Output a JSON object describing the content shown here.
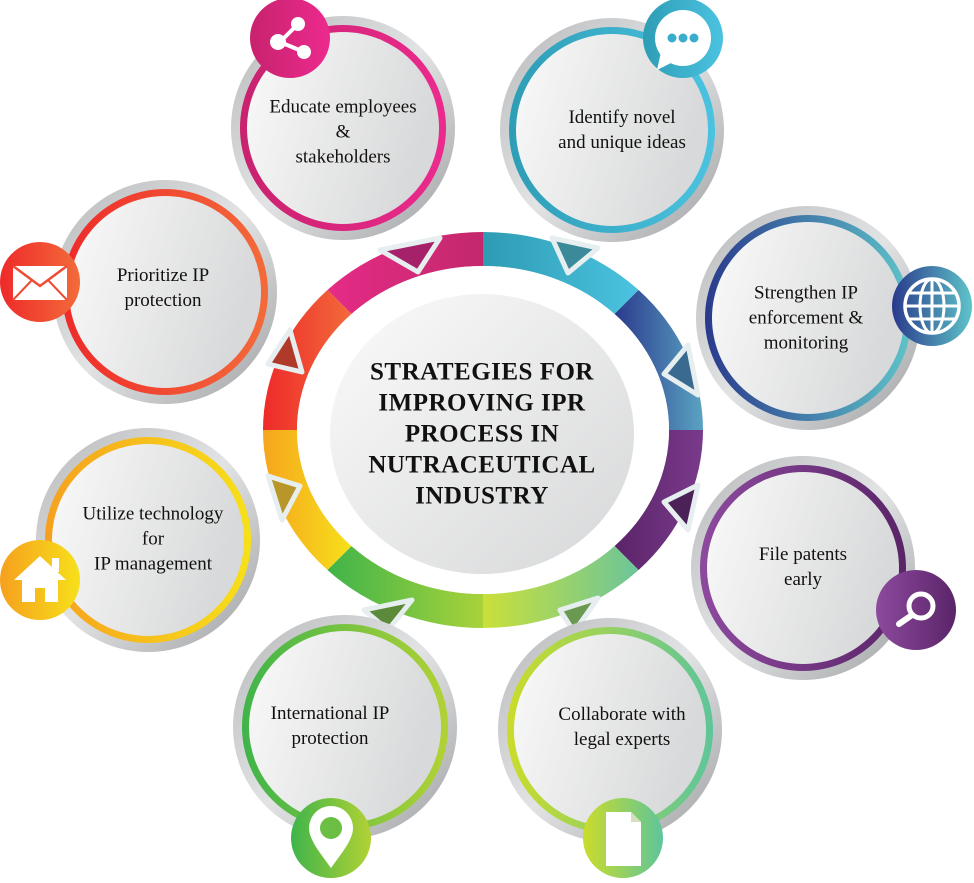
{
  "title_lines": [
    "STRATEGIES FOR",
    "IMPROVING IPR",
    "PROCESS IN",
    "NUTRACEUTICAL",
    "INDUSTRY"
  ],
  "nodes": [
    {
      "id": "educate",
      "lines": [
        "Educate employees",
        "&",
        "stakeholders"
      ],
      "icon": "share-icon",
      "color_a": "#c8226e",
      "color_b": "#ec2a8e"
    },
    {
      "id": "identify",
      "lines": [
        "Identify novel",
        "and unique ideas"
      ],
      "icon": "chat-bubble-icon",
      "color_a": "#2e9db6",
      "color_b": "#4bc3e0"
    },
    {
      "id": "strengthen",
      "lines": [
        "Strengthen IP",
        "enforcement &",
        "monitoring"
      ],
      "icon": "globe-icon",
      "color_a": "#2a3a8c",
      "color_b": "#5ec4c9"
    },
    {
      "id": "file",
      "lines": [
        "File patents",
        "early"
      ],
      "icon": "search-icon",
      "color_a": "#8d4a9e",
      "color_b": "#5a2468"
    },
    {
      "id": "collaborate",
      "lines": [
        "Collaborate with",
        "legal experts"
      ],
      "icon": "document-icon",
      "color_a": "#cbdc2a",
      "color_b": "#5ec59a"
    },
    {
      "id": "international",
      "lines": [
        "International IP",
        "protection"
      ],
      "icon": "location-pin-icon",
      "color_a": "#3fb44a",
      "color_b": "#b2d235"
    },
    {
      "id": "utilize",
      "lines": [
        "Utilize technology",
        "for",
        "IP management"
      ],
      "icon": "home-icon",
      "color_a": "#f6a01e",
      "color_b": "#f7e01a"
    },
    {
      "id": "prioritize",
      "lines": [
        "Prioritize IP",
        "protection"
      ],
      "icon": "envelope-icon",
      "color_a": "#ee2a2a",
      "color_b": "#f36b3a"
    }
  ],
  "ring_colors": [
    "#e52b86",
    "#3aaacb",
    "#2b3f8e",
    "#6a2a7a",
    "#8bcf7a",
    "#6dbf3e",
    "#f6a51e",
    "#ee3a2e"
  ]
}
